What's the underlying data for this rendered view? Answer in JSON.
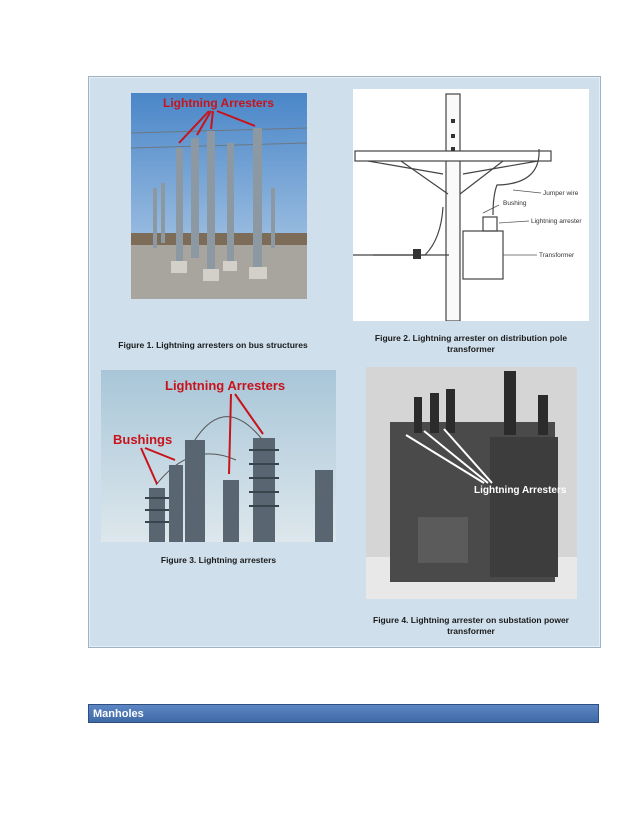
{
  "figures": [
    {
      "caption": "Figure 1. Lightning arresters on bus structures",
      "label": "Lightning Arresters"
    },
    {
      "caption": "Figure 2. Lightning arrester on distribution pole transformer",
      "labels": {
        "jumper": "Jumper wire",
        "bushing": "Bushing",
        "arrester": "Lightning arrester",
        "transformer": "Transformer"
      }
    },
    {
      "caption": "Figure 3. Lightning arresters",
      "label": "Lightning Arresters",
      "label2": "Bushings"
    },
    {
      "caption": "Figure 4. Lightning arrester on substation power transformer",
      "label": "Lightning Arresters"
    }
  ],
  "section": {
    "title": "Manholes"
  },
  "colors": {
    "panel": "#cfdfeb",
    "header": "#4a74b0"
  }
}
